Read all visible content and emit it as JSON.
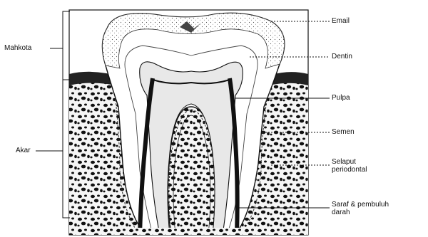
{
  "labels": {
    "crown": "Mahkota",
    "root": "Akar",
    "enamel": "Email",
    "dentin": "Dentin",
    "pulp": "Pulpa",
    "cementum": "Semen",
    "periodontal_line1": "Selaput",
    "periodontal_line2": "periodontal",
    "nerve_line1": "Saraf & pembuluh",
    "nerve_line2": "darah"
  },
  "colors": {
    "ink": "#111111",
    "paper": "#ffffff",
    "bone": "#f2f2f2"
  }
}
